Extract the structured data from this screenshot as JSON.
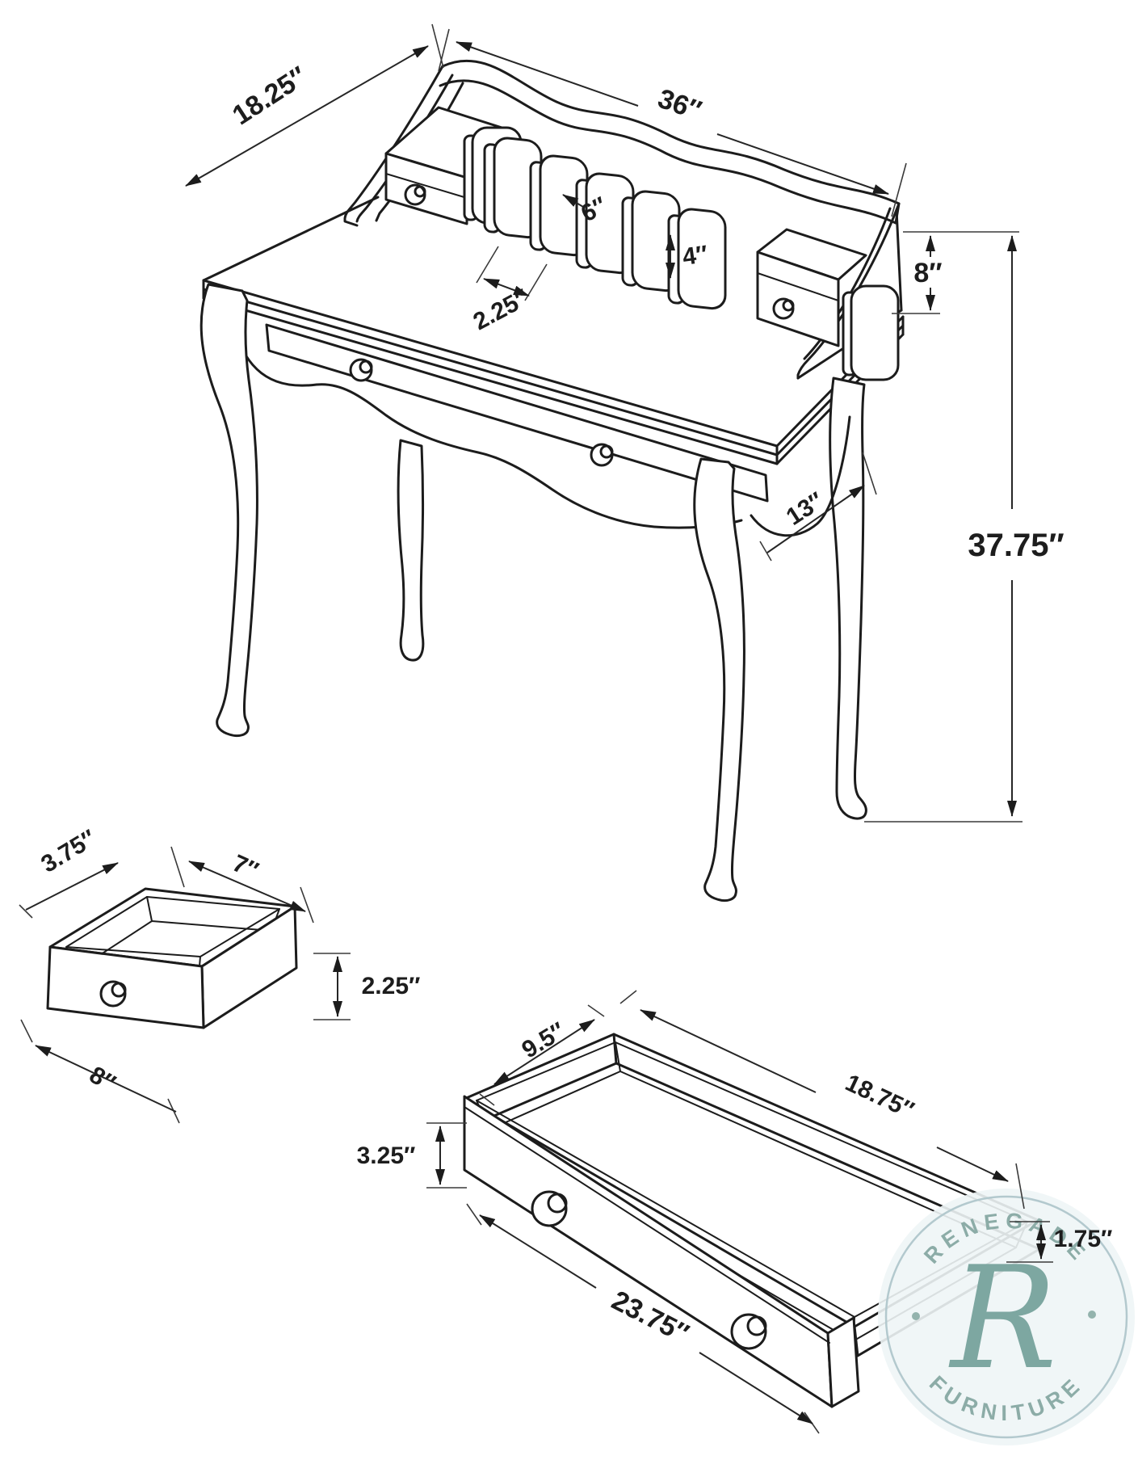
{
  "diagram": {
    "type": "furniture-dimension-drawing",
    "views": [
      "secretary-desk-isometric",
      "small-drawer-detail",
      "large-drawer-detail"
    ]
  },
  "labels": {
    "desk_depth": "18.25″",
    "desk_width": "36″",
    "slot_width": "6″",
    "divider_height": "4″",
    "slot_gap": "2.25″",
    "hutch_height": "8″",
    "leg_span": "13″",
    "overall_height": "37.75″",
    "small_drawer_depth": "3.75″",
    "small_drawer_top_width": "7″",
    "small_drawer_height": "2.25″",
    "small_drawer_front_width": "8″",
    "large_drawer_depth": "9.5″",
    "large_drawer_top_width": "18.75″",
    "large_drawer_front_height": "3.25″",
    "large_drawer_side_height": "1.75″",
    "large_drawer_front_width": "23.75″"
  },
  "watermark": {
    "top_text": "RENEGADE",
    "bottom_text": "FURNITURE",
    "monogram": "R",
    "accent_color": "#8caca7"
  }
}
